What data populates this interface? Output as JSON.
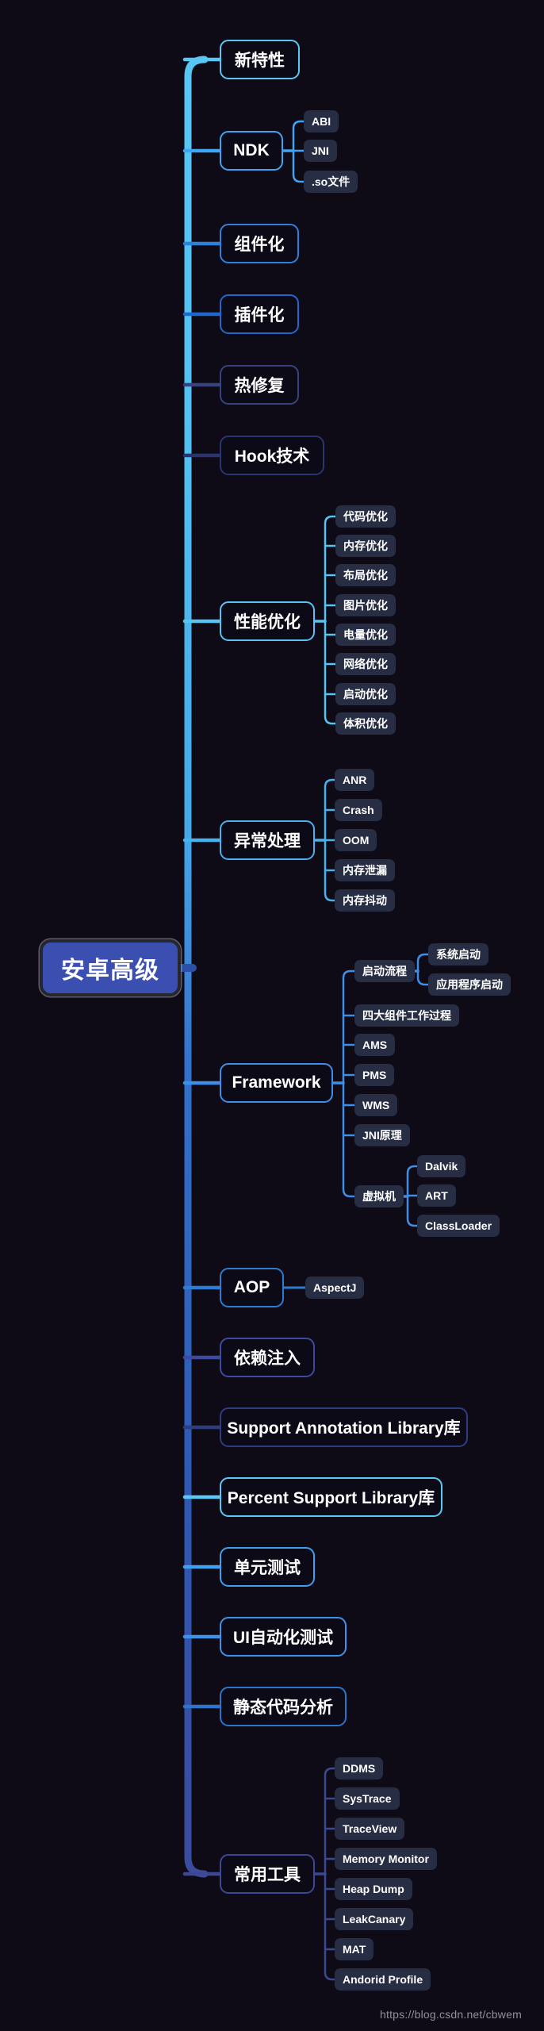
{
  "root": {
    "label": "安卓高级"
  },
  "watermark": "https://blog.csdn.net/cbwem",
  "background_color": "#0E0A16",
  "root_fill_color": "#3A4FB0",
  "subtopic_fill_color": "#272D42",
  "topics": [
    {
      "label": "新特性",
      "color": "#5AC6F4",
      "children": []
    },
    {
      "label": "NDK",
      "color": "#41A4F2",
      "children": [
        {
          "label": "ABI"
        },
        {
          "label": "JNI"
        },
        {
          "label": ".so文件"
        }
      ]
    },
    {
      "label": "组件化",
      "color": "#2E80D8",
      "children": []
    },
    {
      "label": "插件化",
      "color": "#2068CC",
      "children": []
    },
    {
      "label": "热修复",
      "color": "#38427F",
      "children": []
    },
    {
      "label": "Hook技术",
      "color": "#2A3570",
      "children": []
    },
    {
      "label": "性能优化",
      "color": "#57C3F3",
      "children": [
        {
          "label": "代码优化"
        },
        {
          "label": "内存优化"
        },
        {
          "label": "布局优化"
        },
        {
          "label": "图片优化"
        },
        {
          "label": "电量优化"
        },
        {
          "label": "网络优化"
        },
        {
          "label": "启动优化"
        },
        {
          "label": "体积优化"
        }
      ]
    },
    {
      "label": "异常处理",
      "color": "#47B2EC",
      "children": [
        {
          "label": "ANR"
        },
        {
          "label": "Crash"
        },
        {
          "label": "OOM"
        },
        {
          "label": "内存泄漏"
        },
        {
          "label": "内存抖动"
        }
      ]
    },
    {
      "label": "Framework",
      "color": "#3E8EE8",
      "children": [
        {
          "label": "启动流程",
          "children": [
            {
              "label": "系统启动"
            },
            {
              "label": "应用程序启动"
            }
          ]
        },
        {
          "label": "四大组件工作过程"
        },
        {
          "label": "AMS"
        },
        {
          "label": "PMS"
        },
        {
          "label": "WMS"
        },
        {
          "label": "JNI原理"
        },
        {
          "label": "虚拟机",
          "children": [
            {
              "label": "Dalvik"
            },
            {
              "label": "ART"
            },
            {
              "label": "ClassLoader"
            }
          ]
        }
      ]
    },
    {
      "label": "AOP",
      "color": "#2C7CD2",
      "children": [
        {
          "label": "AspectJ"
        }
      ]
    },
    {
      "label": "依赖注入",
      "color": "#3D4A9E",
      "children": []
    },
    {
      "label": "Support Annotation Library库",
      "color": "#2E3C80",
      "children": []
    },
    {
      "label": "Percent Support Library库",
      "color": "#5BC9F7",
      "children": []
    },
    {
      "label": "单元测试",
      "color": "#40A0EE",
      "children": []
    },
    {
      "label": "UI自动化测试",
      "color": "#3E92EA",
      "children": []
    },
    {
      "label": "静态代码分析",
      "color": "#2E74C8",
      "children": []
    },
    {
      "label": "常用工具",
      "color": "#3C4894",
      "children": [
        {
          "label": "DDMS"
        },
        {
          "label": "SysTrace"
        },
        {
          "label": "TraceView"
        },
        {
          "label": "Memory Monitor"
        },
        {
          "label": "Heap Dump"
        },
        {
          "label": "LeakCanary"
        },
        {
          "label": "MAT"
        },
        {
          "label": "Andorid Profile"
        }
      ]
    }
  ]
}
